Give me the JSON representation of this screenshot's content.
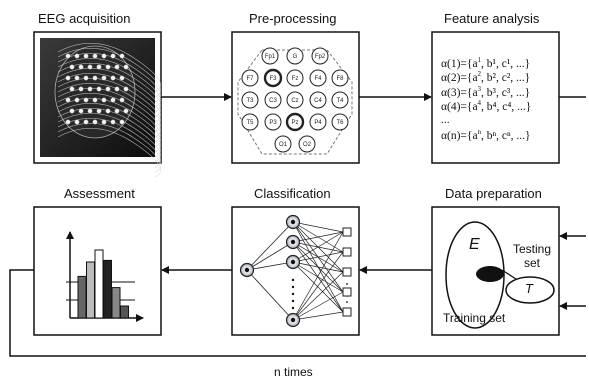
{
  "stages": {
    "acquisition": "EEG acquisition",
    "preprocessing": "Pre-processing",
    "feature_analysis": "Feature analysis",
    "assessment": "Assessment",
    "classification": "Classification",
    "data_preparation": "Data preparation"
  },
  "electrodes": [
    {
      "label": "Fp1",
      "bold": false
    },
    {
      "label": "G",
      "bold": false
    },
    {
      "label": "Fp2",
      "bold": false
    },
    {
      "label": "F7",
      "bold": false
    },
    {
      "label": "F3",
      "bold": true
    },
    {
      "label": "Fz",
      "bold": false
    },
    {
      "label": "F4",
      "bold": false
    },
    {
      "label": "F8",
      "bold": false
    },
    {
      "label": "T3",
      "bold": false
    },
    {
      "label": "C3",
      "bold": false
    },
    {
      "label": "Cz",
      "bold": false
    },
    {
      "label": "C4",
      "bold": false
    },
    {
      "label": "T4",
      "bold": false
    },
    {
      "label": "T5",
      "bold": false
    },
    {
      "label": "P3",
      "bold": false
    },
    {
      "label": "Pz",
      "bold": true
    },
    {
      "label": "P4",
      "bold": false
    },
    {
      "label": "T6",
      "bold": false
    },
    {
      "label": "O1",
      "bold": false
    },
    {
      "label": "O2",
      "bold": false
    }
  ],
  "features": [
    {
      "lhs": "α(1)={a",
      "sup": "1",
      "rest": ", b¹, c¹, ...}"
    },
    {
      "lhs": "α(2)={a",
      "sup": "2",
      "rest": ", b², c², ...}"
    },
    {
      "lhs": "α(3)={a",
      "sup": "3",
      "rest": ", b³, c³, ...}"
    },
    {
      "lhs": "α(4)={a",
      "sup": "4",
      "rest": ", b⁴, c⁴, ...}"
    },
    {
      "lhs": "...",
      "sup": "",
      "rest": ""
    },
    {
      "lhs": "α(n)={a",
      "sup": "n",
      "rest": ", bⁿ, cⁿ, ...}"
    }
  ],
  "data_preparation": {
    "set_e": "E",
    "set_t": "T",
    "testing_set": "Testing set",
    "training_set": "Training set"
  },
  "loop_label": "n times",
  "chart_data": {
    "type": "bar",
    "values": [
      0.52,
      0.7,
      0.85,
      0.72,
      0.38,
      0.15
    ],
    "colors": [
      "#666666",
      "#bbbbbb",
      "#ffffff",
      "#222222",
      "#888888",
      "#555555"
    ]
  }
}
